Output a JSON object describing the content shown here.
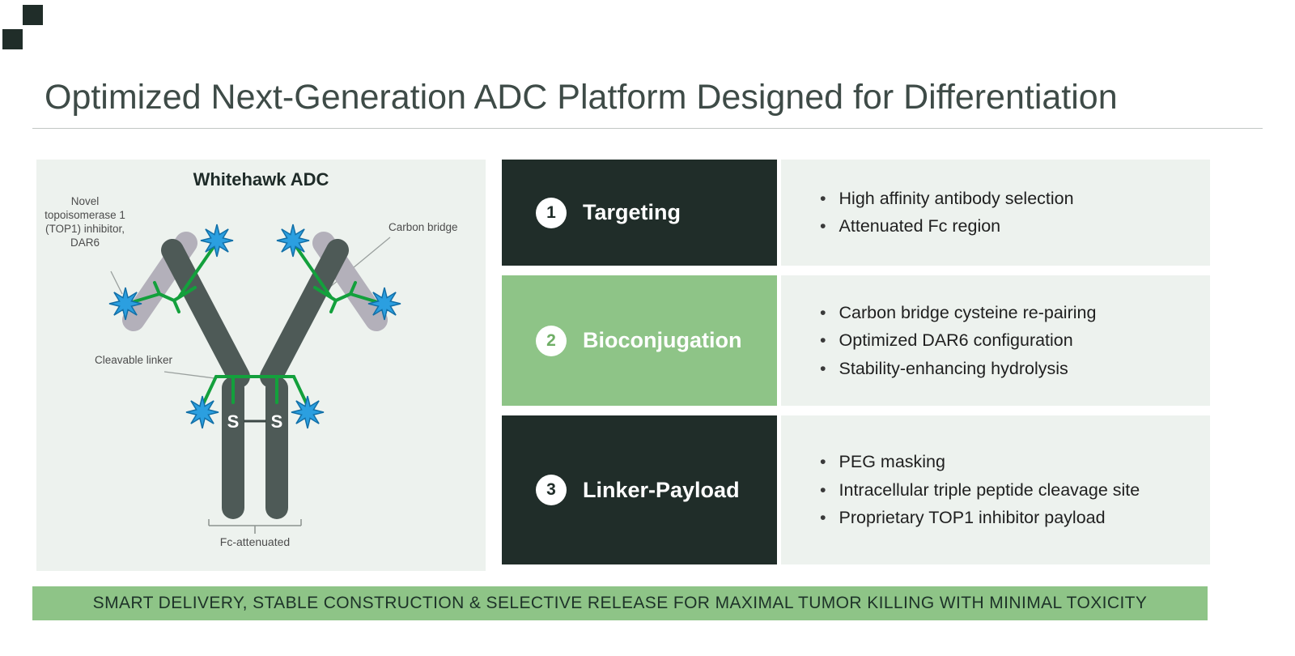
{
  "slide": {
    "title": "Optimized Next-Generation ADC Platform Designed for Differentiation",
    "banner": "SMART DELIVERY, STABLE CONSTRUCTION & SELECTIVE RELEASE FOR MAXIMAL TUMOR KILLING WITH MINIMAL TOXICITY"
  },
  "diagram": {
    "title": "Whitehawk ADC",
    "labels": {
      "payload": "Novel topoisomerase 1 (TOP1) inhibitor, DAR6",
      "carbon_bridge": "Carbon bridge",
      "cleavable_linker": "Cleavable linker",
      "fc_attenuated": "Fc-attenuated",
      "s_left": "S",
      "s_right": "S"
    }
  },
  "rows": [
    {
      "number": "1",
      "label": "Targeting",
      "theme": "dark",
      "bullets": [
        "High affinity antibody selection",
        "Attenuated Fc region"
      ]
    },
    {
      "number": "2",
      "label": "Bioconjugation",
      "theme": "green",
      "bullets": [
        "Carbon bridge cysteine re-pairing",
        "Optimized DAR6 configuration",
        "Stability-enhancing hydrolysis"
      ]
    },
    {
      "number": "3",
      "label": "Linker-Payload",
      "theme": "dark",
      "bullets": [
        "PEG masking",
        "Intracellular triple peptide cleavage site",
        "Proprietary TOP1 inhibitor payload"
      ]
    }
  ],
  "colors": {
    "dark_box": "#202d29",
    "green": "#8ec487",
    "light_panel": "#edf2ee",
    "title_text": "#3e4b47",
    "star_blue": "#2b9fe0",
    "linker_green": "#13a03c",
    "heavy_chain": "#4e5a57",
    "light_chain": "#b3b0ba"
  }
}
